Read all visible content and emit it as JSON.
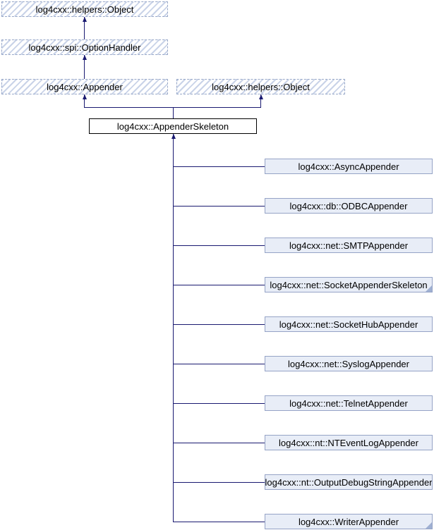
{
  "diagram": {
    "kind": "class-inheritance-diagram",
    "colors": {
      "background": "#ffffff",
      "edge": "#191970",
      "text": "#000000",
      "undocumented_stripe": "#c9d3e8",
      "undocumented_border": "#97a7c8",
      "documented_fill": "#e8edf7",
      "documented_border": "#95a3c6",
      "current_border": "#000000",
      "fold_marker": "#9fb0d2"
    },
    "ancestors": [
      {
        "label": "log4cxx::helpers::Object"
      },
      {
        "label": "log4cxx::spi::OptionHandler"
      },
      {
        "label": "log4cxx::Appender"
      },
      {
        "label": "log4cxx::helpers::Object"
      }
    ],
    "current_class": {
      "label": "log4cxx::AppenderSkeleton"
    },
    "derived": [
      {
        "label": "log4cxx::AsyncAppender",
        "truncated": false
      },
      {
        "label": "log4cxx::db::ODBCAppender",
        "truncated": false
      },
      {
        "label": "log4cxx::net::SMTPAppender",
        "truncated": false
      },
      {
        "label": "log4cxx::net::SocketAppenderSkeleton",
        "truncated": true
      },
      {
        "label": "log4cxx::net::SocketHubAppender",
        "truncated": false
      },
      {
        "label": "log4cxx::net::SyslogAppender",
        "truncated": false
      },
      {
        "label": "log4cxx::net::TelnetAppender",
        "truncated": false
      },
      {
        "label": "log4cxx::nt::NTEventLogAppender",
        "truncated": false
      },
      {
        "label": "log4cxx::nt::OutputDebugStringAppender",
        "truncated": false
      },
      {
        "label": "log4cxx::WriterAppender",
        "truncated": true
      }
    ]
  }
}
